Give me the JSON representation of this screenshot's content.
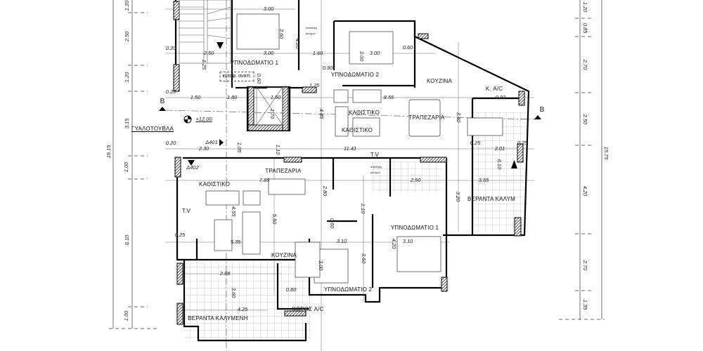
{
  "rooms": [
    "ΥΠΝΟΔΩΜΑΤΙΟ 1",
    "ΥΠΝΟΔΩΜΑΤΙΟ 2",
    "ΚΟΥΖΙΝΑ",
    "ΚΑΘΙΣΤΙΚΟ",
    "ΚΑΘΙΣΤΙΚΟ",
    "ΤΡΑΠΕΖΑΡΙΑ",
    "Κ. A/C",
    "ΒΕΡΑΝΤΑ ΚΑΛΥΜ",
    "ΤΡΑΠΕΖΑΡΙΑ",
    "ΚΑΘΙΣΤΙΚΟ",
    "T.V",
    "ΚΟΥΖΙΝΑ",
    "ΥΠΝΟΔΩΜΑΤΙΟ 1",
    "ΥΠΝΟΔΩΜΑΤΙΟ 2",
    "ΧΩΡΟΣ A/C",
    "ΒΕΡΑΝΤΑ ΚΑΛΥΜΕΝΗ",
    "T.V"
  ],
  "notes": {
    "glass_blocks": "ΓΥΑΛΟΤΟΥΒΛΑ",
    "landing": "καταφ. αναπ.",
    "level": "+12.00",
    "door_401": "Δ401",
    "door_402": "Δ402",
    "section_left": "B",
    "section_right": "B",
    "storage_upper": "αποθήκη ρούχων",
    "storage_lower": "αποθήκη ρούχων"
  },
  "left_chain": {
    "segments": [
      "1.20",
      "2.50",
      "1.20",
      "3.15",
      "1.00",
      "6.10",
      "1.00"
    ],
    "total": "16.15"
  },
  "right_chain": {
    "segments": [
      "1.20",
      "0.85",
      "2.70",
      "2.50",
      "4.20",
      "2.70",
      "1.35"
    ],
    "total": "15.75"
  },
  "hdims": [
    "3.00",
    "3.00",
    "3.00",
    "0.60",
    "2.50",
    "1.50",
    "1.80",
    "1.50",
    "1.25",
    "8.55",
    "11.41",
    "2.30",
    "7.85",
    "5.35",
    "3.10",
    "3.10",
    "2.88",
    "4.25",
    "2.50",
    "3.55",
    "2.01",
    "0.25",
    "0.80",
    "1.60",
    "0.90",
    "0.20",
    "0.20",
    "0.20",
    "0.25",
    "0.25",
    "0.92"
  ],
  "vdims": [
    "4.20",
    "3.60",
    "3.00",
    "4.45",
    "3.90",
    "5.50",
    "4.55",
    "2.80",
    "3.60",
    "4.20",
    "3.00",
    "3.20",
    "6.10",
    "3.60",
    "1.10",
    "1.05",
    "1.10",
    "1.25",
    "0.60",
    "1.70",
    "0.60"
  ]
}
